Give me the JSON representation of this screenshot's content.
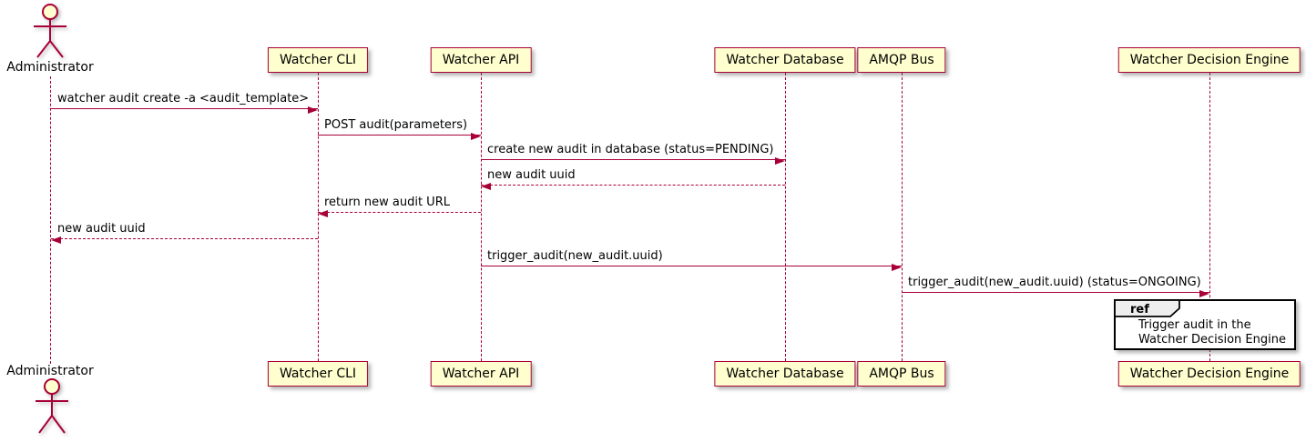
{
  "diagram": {
    "type": "sequence-diagram",
    "participants": [
      {
        "name": "Administrator",
        "kind": "actor"
      },
      {
        "name": "Watcher CLI",
        "kind": "participant"
      },
      {
        "name": "Watcher API",
        "kind": "participant"
      },
      {
        "name": "Watcher Database",
        "kind": "participant"
      },
      {
        "name": "AMQP Bus",
        "kind": "participant"
      },
      {
        "name": "Watcher Decision Engine",
        "kind": "participant"
      }
    ],
    "messages": [
      {
        "from": "Administrator",
        "to": "Watcher CLI",
        "text": "watcher audit create -a <audit_template>",
        "line": "solid"
      },
      {
        "from": "Watcher CLI",
        "to": "Watcher API",
        "text": "POST audit(parameters)",
        "line": "solid"
      },
      {
        "from": "Watcher API",
        "to": "Watcher Database",
        "text": "create new audit in database (status=PENDING)",
        "line": "solid"
      },
      {
        "from": "Watcher Database",
        "to": "Watcher API",
        "text": "new audit uuid",
        "line": "dashed"
      },
      {
        "from": "Watcher API",
        "to": "Watcher CLI",
        "text": "return new audit URL",
        "line": "dashed"
      },
      {
        "from": "Watcher CLI",
        "to": "Administrator",
        "text": "new audit uuid",
        "line": "dashed"
      },
      {
        "from": "Watcher API",
        "to": "AMQP Bus",
        "text": "trigger_audit(new_audit.uuid)",
        "line": "solid"
      },
      {
        "from": "AMQP Bus",
        "to": "Watcher Decision Engine",
        "text": "trigger_audit(new_audit.uuid) (status=ONGOING)",
        "line": "solid"
      }
    ],
    "ref": {
      "keyword": "ref",
      "lines": [
        "Trigger audit in the",
        "Watcher Decision Engine"
      ]
    },
    "colors": {
      "participant_fill": "#FEFECE",
      "participant_border": "#A80036",
      "lifeline": "#A80036",
      "arrow": "#A80036",
      "actor": "#A80036",
      "ref_border": "#000000",
      "ref_tab_fill": "#EEEEEE",
      "text": "#000000",
      "background": "#FFFFFF"
    }
  }
}
